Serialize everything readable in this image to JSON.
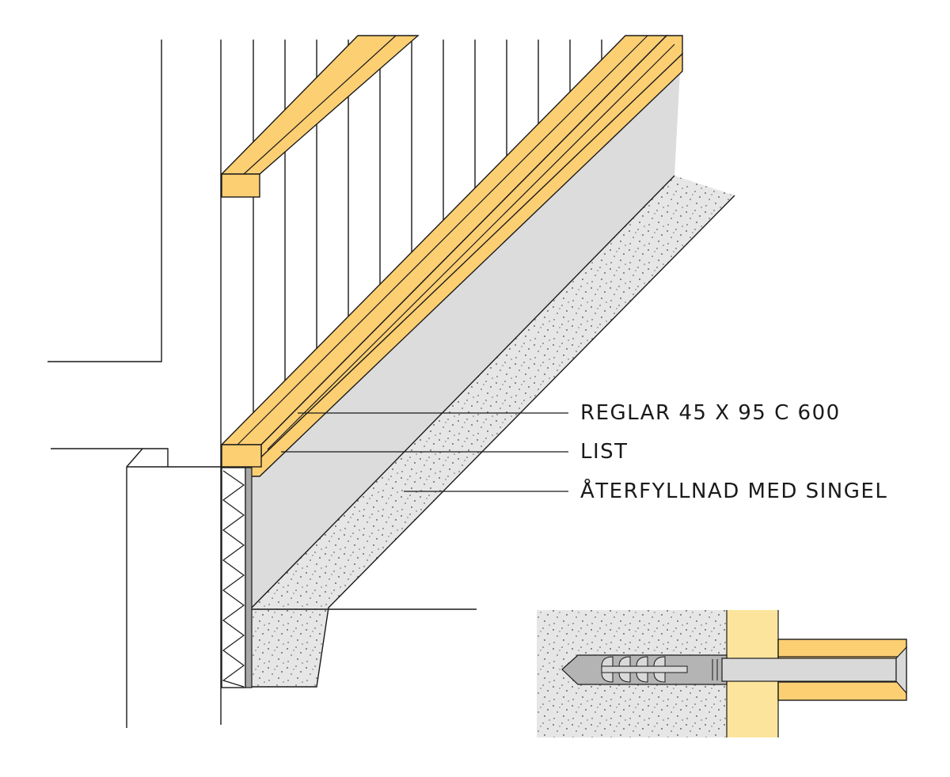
{
  "labels": {
    "reglar": "REGLAR 45 X 95 C 600",
    "list": "LIST",
    "aterfyllnad": "ÅTERFYLLNAD MED SINGEL"
  },
  "colors": {
    "wood": "#fccf73",
    "wood_light": "#fde49c",
    "membrane": "#dcdcdc",
    "gravel": "#e6e6e6",
    "plug": "#b4b4b4",
    "screw": "#d9d9d9",
    "line": "#1a1a1a"
  }
}
